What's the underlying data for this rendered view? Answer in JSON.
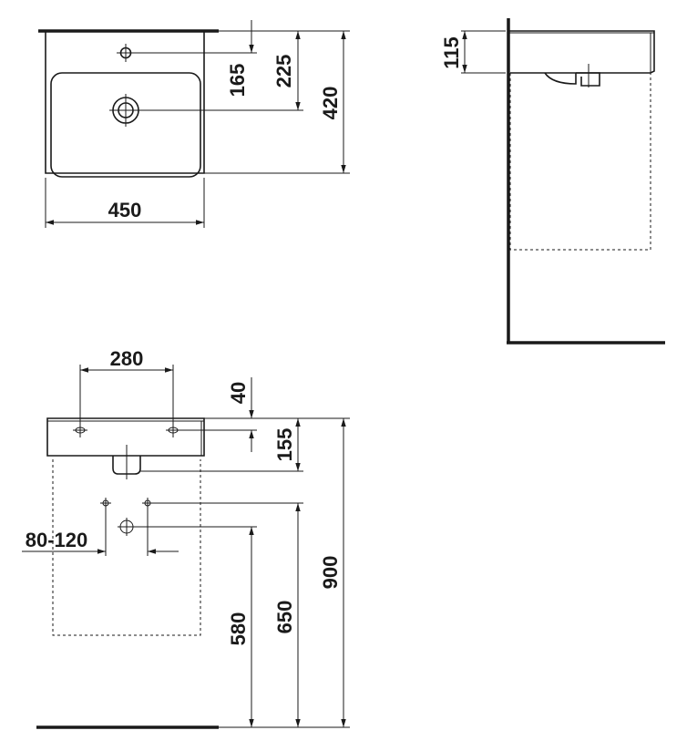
{
  "diagram": {
    "top_view": {
      "dims": {
        "width": "450",
        "depth_tap": "165",
        "depth_waste": "225",
        "depth_total": "420"
      }
    },
    "side_view": {
      "dims": {
        "height": "115"
      }
    },
    "front_view": {
      "dims": {
        "fixing_spacing": "280",
        "fixing_offset": "40",
        "basin_height": "155",
        "supply_spacing": "80-120",
        "waste_height": "580",
        "supply_height": "650",
        "rim_height": "900"
      }
    }
  }
}
